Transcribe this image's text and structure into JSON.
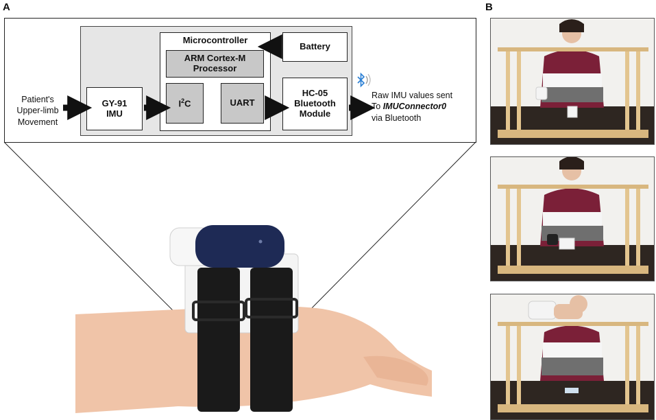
{
  "panels": {
    "a": "A",
    "b": "B"
  },
  "diagram": {
    "input": [
      "Patient's",
      "Upper-limb",
      "Movement"
    ],
    "imu": [
      "GY-91",
      "IMU"
    ],
    "microcontroller": "Microcontroller",
    "arm": [
      "ARM Cortex-M",
      "Processor"
    ],
    "i2c_main": "I",
    "i2c_sup": "2",
    "i2c_end": "C",
    "uart": "UART",
    "battery": "Battery",
    "bluetooth": [
      "HC-05",
      "Bluetooth",
      "Module"
    ],
    "output": {
      "line1": "Raw IMU values sent",
      "line2_prefix": "To ",
      "line2_emph": "IMUConnector0",
      "line3": "via Bluetooth"
    },
    "icons": {
      "bluetooth": "bluetooth-icon"
    }
  },
  "colors": {
    "bluetooth": "#2a7fd4",
    "strap": "#1a1a1a",
    "battery_cover": "#1e2a55",
    "frame_wood": "#d8b77f",
    "background_wall": "#f2f1ee"
  }
}
